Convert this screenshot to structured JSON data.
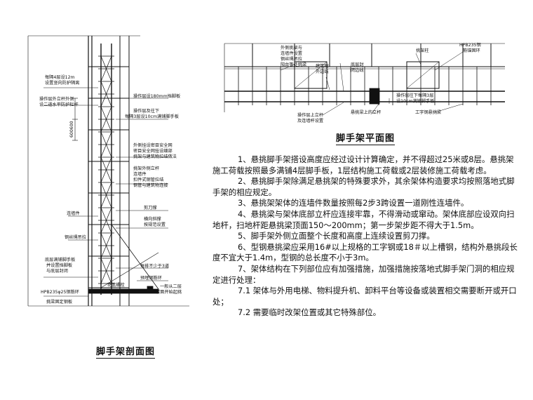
{
  "section_title": "脚手架剖面图",
  "plan_title": "脚手架平面图",
  "section_labels": {
    "dim_vertical": "600600",
    "l1": "每隔4层设12m",
    "l2": "设置竖向防护隔离",
    "l3": "操作层外立杆外侧",
    "l4": "设二道水平防护栏杆",
    "l5": "操作层设180mm挡脚板",
    "l6": "操作层及往下",
    "l7": "每隔3层设10cm满铺脚手板",
    "l8": "外侧挂设密目安全网",
    "l9": "密目安全网挂设细部",
    "l10": "挑架与建筑物拉结做法",
    "l11": "挑架外侧立杆",
    "l12": "连墙件",
    "l13": "扣件式钢管拉结",
    "l14": "钢管与建筑物连接",
    "l15": "剪刀撑",
    "l16": "横向斜撑",
    "l17": "按规范设置",
    "l18": "连墙件",
    "l19": "钢丝绳吊拉",
    "l20": "底层满铺脚手板",
    "l21": "并设置挡脚板",
    "l22": "与底层封闭",
    "l23": "每排不少于3道",
    "l24": "预埋钢筋环",
    "l25": "一般从二层",
    "l26": "楼面开始起挑",
    "l27": "HPB235φ25钢筋环",
    "l28": "挑梁固定钢板",
    "l29": "花篮螺栓"
  },
  "plan_labels": {
    "p1": "外侧挑架与",
    "p2": "连墙件设置",
    "p3": "钢丝绳吊拉",
    "p4": "阳台等处挑梁",
    "p5": "建筑物",
    "p6": "外边线",
    "p7": "底层封",
    "p8": "闭边线",
    "p9": "挑架柱",
    "p10": "HPB235钢",
    "p11": "筋锚固环",
    "p12": "操作层往下每隔3层",
    "p13": "设10cm满铺脚手板",
    "p14": "操作层上立杆",
    "p15": "及连墙杆设置",
    "p16": "悬挑梁上的立杆",
    "p17": "工字钢悬挑梁"
  },
  "notes": [
    "1、悬挑脚手架搭设高度应经过设计计算确定，并不得超过25米或8层。悬挑架施工荷载按照最多满铺4层脚手板，1层结构施工荷载或2层装修施工荷载考虑。",
    "2、悬挑脚手架除满足悬挑架的特殊要求外，其余架体构造要求均按照落地式脚手架的相应规定。",
    "3、悬挑架架体的连墙件数量按照每2步3跨设置一道刚性连墙件。",
    "4、悬挑梁与架体底部立杆应连接牢靠，不得滑动或窜动。架体底部应设双向扫地杆，扫地杆距悬挑梁顶面150～200mm；第一步架步距不得大于1.5m。",
    "5、脚手架外侧立面整个长度和高度上连续设置剪刀撑。",
    "6、型钢悬挑梁应采用16#以上规格的工字钢或18＃以上槽钢，结构外悬挑段长度不宜大于1.4m，型钢的总长度不小于3m。",
    "7、架体结构在下列部位应有加强措施，加强措施按落地式脚手架门洞的相应规定进行处理：",
    "7.1  架体与外用电梯、物料提升机、卸料平台等设备或装置相交需要断开或开口处；",
    "7.2  需要临时改架位置或其它特殊部位。"
  ]
}
